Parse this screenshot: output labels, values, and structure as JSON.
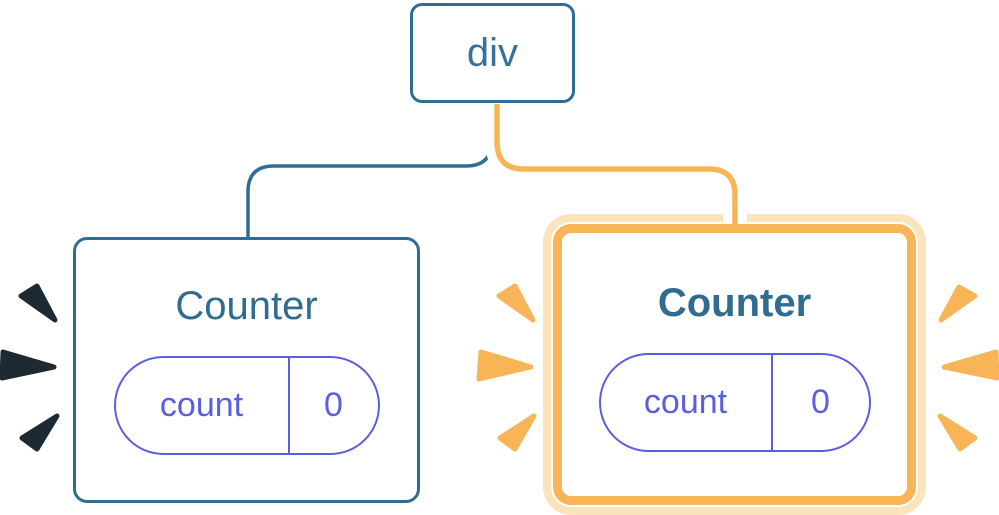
{
  "diagram": {
    "root": {
      "label": "div"
    },
    "children": [
      {
        "title": "Counter",
        "state": {
          "key": "count",
          "value": "0"
        },
        "highlighted": false
      },
      {
        "title": "Counter",
        "state": {
          "key": "count",
          "value": "0"
        },
        "highlighted": true
      }
    ]
  },
  "colors": {
    "background": "#FFFFFF",
    "node_border": "#2E6E96",
    "node_text": "#35729B",
    "title_text": "#2F6C8F",
    "state_purple": "#5A5FE0",
    "highlight_orange": "#F8B558",
    "highlight_ring": "#FBE3BC",
    "edge_casing": "#FFFFFF",
    "spark_dark": "#1E2A33",
    "spark_orange": "#F8B558"
  }
}
